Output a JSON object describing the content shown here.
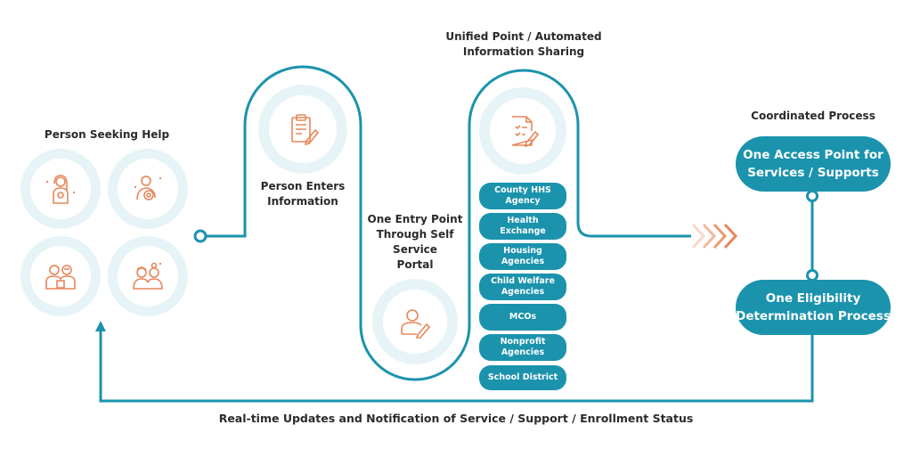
{
  "colors": {
    "teal": "#1b93ad",
    "light_teal": "#e7f4f7",
    "orange": "#e8865a"
  },
  "labels": {
    "person_seeking_help": "Person Seeking Help",
    "person_enters_information": "Person Enters\nInformation",
    "one_entry_point": "One Entry Point\nThrough Self\nService\nPortal",
    "unified_point": "Unified Point / Automated\nInformation Sharing",
    "coordinated_process": "Coordinated Process",
    "realtime_updates": "Real-time Updates and Notification of Service / Support / Enrollment Status"
  },
  "agencies": [
    "County HHS\nAgency",
    "Health\nExchange",
    "Housing\nAgencies",
    "Child Welfare\nAgencies",
    "MCOs",
    "Nonprofit\nAgencies",
    "School District"
  ],
  "outcomes": {
    "access_point": "One Access Point for\nServices / Supports",
    "eligibility": "One Eligibility\nDetermination Process"
  },
  "icons": {
    "person_1": "woman-with-child-icon",
    "person_2": "parent-holding-baby-icon",
    "person_3": "elderly-couple-icon",
    "person_4": "family-couple-icon",
    "enters_info": "clipboard-edit-icon",
    "portal": "user-edit-icon",
    "sharing": "document-checklist-edit-icon",
    "arrows": "chevron-arrows-icon"
  }
}
